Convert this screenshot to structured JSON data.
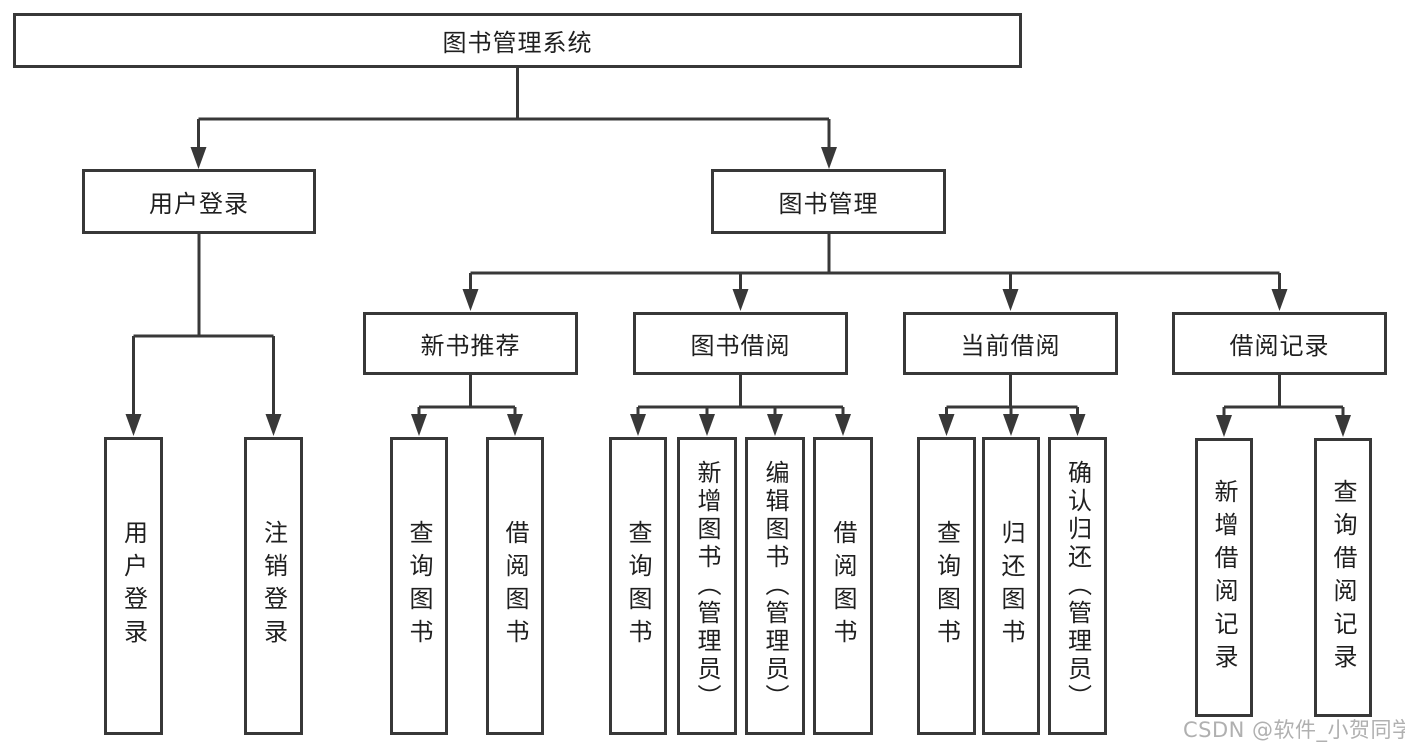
{
  "tree": {
    "root": "图书管理系统",
    "login": {
      "label": "用户登录",
      "children": [
        "用户登录",
        "注销登录"
      ]
    },
    "manage": {
      "label": "图书管理"
    },
    "groups": [
      {
        "label": "新书推荐",
        "children": [
          "查询图书",
          "借阅图书"
        ]
      },
      {
        "label": "图书借阅",
        "children": [
          "查询图书",
          "新增图书（管理员）",
          "编辑图书（管理员）",
          "借阅图书"
        ]
      },
      {
        "label": "当前借阅",
        "children": [
          "查询图书",
          "归还图书",
          "确认归还（管理员）"
        ]
      },
      {
        "label": "借阅记录",
        "children": [
          "新增借阅记录",
          "查询借阅记录"
        ]
      }
    ]
  },
  "watermark": "CSDN @软件_小贺同学",
  "colors": {
    "line": "#383838",
    "text": "#1f1f1f",
    "watermark": "#b0b0b0",
    "background": "#ffffff"
  }
}
